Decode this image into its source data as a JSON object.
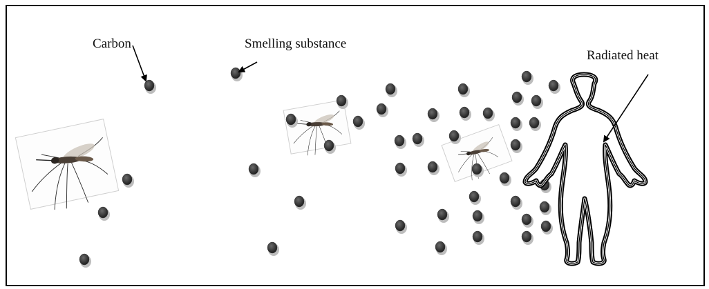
{
  "labels": {
    "carbon": "Carbon",
    "smelling_substance": "Smelling substance",
    "radiated_heat": "Radiated heat"
  },
  "images": [
    {
      "name": "mosquito-photo-large"
    },
    {
      "name": "mosquito-photo-medium"
    },
    {
      "name": "mosquito-photo-small"
    }
  ],
  "figures": [
    "human-silhouette"
  ],
  "colors": {
    "particle": "#3a3a3a",
    "particle_shadow": "#bdbdbd",
    "outline": "#000000"
  }
}
